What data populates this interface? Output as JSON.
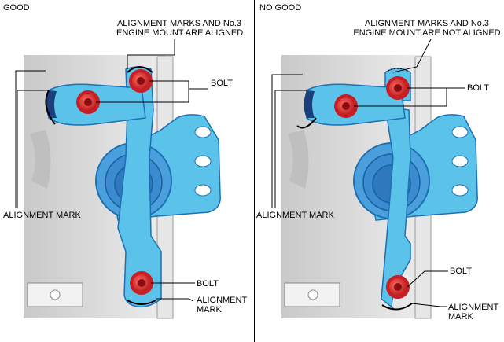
{
  "panels": [
    {
      "header": "GOOD",
      "callout_top": [
        "ALIGNMENT MARKS AND No.3",
        "ENGINE MOUNT ARE ALIGNED"
      ],
      "bolt_upper": "BOLT",
      "alignment_mark_left": "ALIGNMENT MARK",
      "bolt_lower": "BOLT",
      "alignment_mark_lower": [
        "ALIGNMENT",
        "MARK"
      ]
    },
    {
      "header": "NO GOOD",
      "callout_top": [
        "ALIGNMENT MARKS AND No.3",
        "ENGINE MOUNT ARE NOT ALIGNED"
      ],
      "bolt_upper": "BOLT",
      "alignment_mark_left": "ALIGNMENT MARK",
      "bolt_lower": "BOLT",
      "alignment_mark_lower": [
        "ALIGNMENT",
        "MARK"
      ]
    }
  ],
  "colors": {
    "bracket": "#5bc3ea",
    "bracket_dark": "#1e6fb3",
    "bolt": "#e8262b",
    "background_part": "#dcdcdc"
  }
}
